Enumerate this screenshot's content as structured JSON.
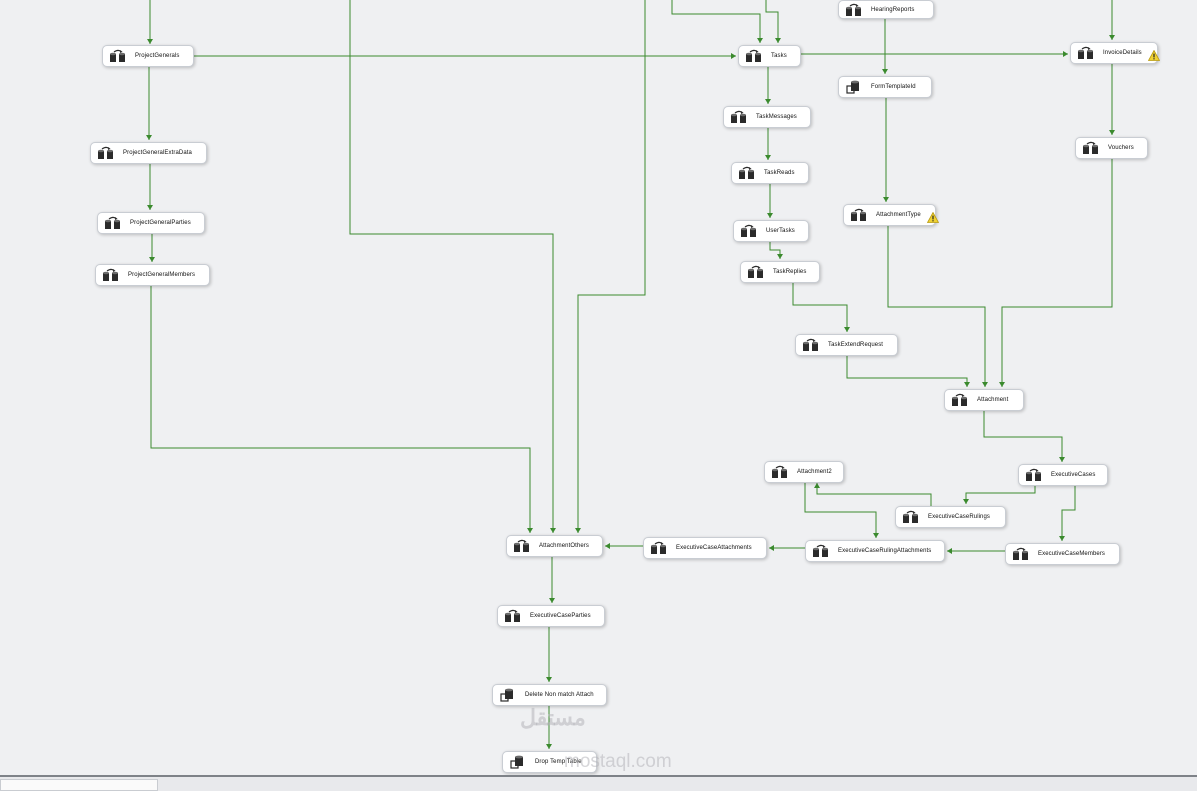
{
  "window": {
    "title": "Control Flow"
  },
  "watermark": {
    "text": "مستقل",
    "sub": "mostaql.com"
  },
  "colors": {
    "connector": "#3b8a2e",
    "task_border": "#c9cdd3",
    "canvas": "#eff0f2",
    "warning": "#f0d233"
  },
  "tasks": [
    {
      "id": "HearingReports",
      "label": "HearingReports",
      "icon": "data-flow-icon"
    },
    {
      "id": "ProjectGenerals",
      "label": "ProjectGenerals",
      "icon": "data-flow-icon"
    },
    {
      "id": "Tasks",
      "label": "Tasks",
      "icon": "data-flow-icon"
    },
    {
      "id": "InvoiceDetails",
      "label": "InvoiceDetails",
      "icon": "data-flow-icon",
      "warning": true
    },
    {
      "id": "FormTemplateId",
      "label": "FormTemplateId",
      "icon": "sql-task-icon"
    },
    {
      "id": "TaskMessages",
      "label": "TaskMessages",
      "icon": "data-flow-icon"
    },
    {
      "id": "ProjectGeneralExtraData",
      "label": "ProjectGeneralExtraData",
      "icon": "data-flow-icon"
    },
    {
      "id": "Vouchers",
      "label": "Vouchers",
      "icon": "data-flow-icon"
    },
    {
      "id": "TaskReads",
      "label": "TaskReads",
      "icon": "data-flow-icon"
    },
    {
      "id": "AttachmentType",
      "label": "AttachmentType",
      "icon": "data-flow-icon",
      "warning": true
    },
    {
      "id": "ProjectGeneralParties",
      "label": "ProjectGeneralParties",
      "icon": "data-flow-icon"
    },
    {
      "id": "UserTasks",
      "label": "UserTasks",
      "icon": "data-flow-icon"
    },
    {
      "id": "TaskReplies",
      "label": "TaskReplies",
      "icon": "data-flow-icon"
    },
    {
      "id": "ProjectGeneralMembers",
      "label": "ProjectGeneralMembers",
      "icon": "data-flow-icon"
    },
    {
      "id": "TaskExtendRequest",
      "label": "TaskExtendRequest",
      "icon": "data-flow-icon"
    },
    {
      "id": "Attachment",
      "label": "Attachment",
      "icon": "data-flow-icon"
    },
    {
      "id": "Attachment2",
      "label": "Attachment2",
      "icon": "data-flow-icon"
    },
    {
      "id": "ExecutiveCases",
      "label": "ExecutiveCases",
      "icon": "data-flow-icon"
    },
    {
      "id": "ExecutiveCaseRulings",
      "label": "ExecutiveCaseRulings",
      "icon": "data-flow-icon"
    },
    {
      "id": "AttachmentOthers",
      "label": "AttachmentOthers",
      "icon": "data-flow-icon"
    },
    {
      "id": "ExecutiveCaseAttachments",
      "label": "ExecutiveCaseAttachments",
      "icon": "data-flow-icon"
    },
    {
      "id": "ExecutiveCaseRulingAttachments",
      "label": "ExecutiveCaseRulingAttachments",
      "icon": "data-flow-icon"
    },
    {
      "id": "ExecutiveCaseMembers",
      "label": "ExecutiveCaseMembers",
      "icon": "data-flow-icon"
    },
    {
      "id": "ExecutiveCaseParties",
      "label": "ExecutiveCaseParties",
      "icon": "data-flow-icon"
    },
    {
      "id": "DeleteNonMatchAttach",
      "label": "Delete Non match Attach",
      "icon": "sql-task-icon"
    },
    {
      "id": "DropTempTable",
      "label": "Drop Temp Table",
      "icon": "sql-task-icon"
    }
  ]
}
